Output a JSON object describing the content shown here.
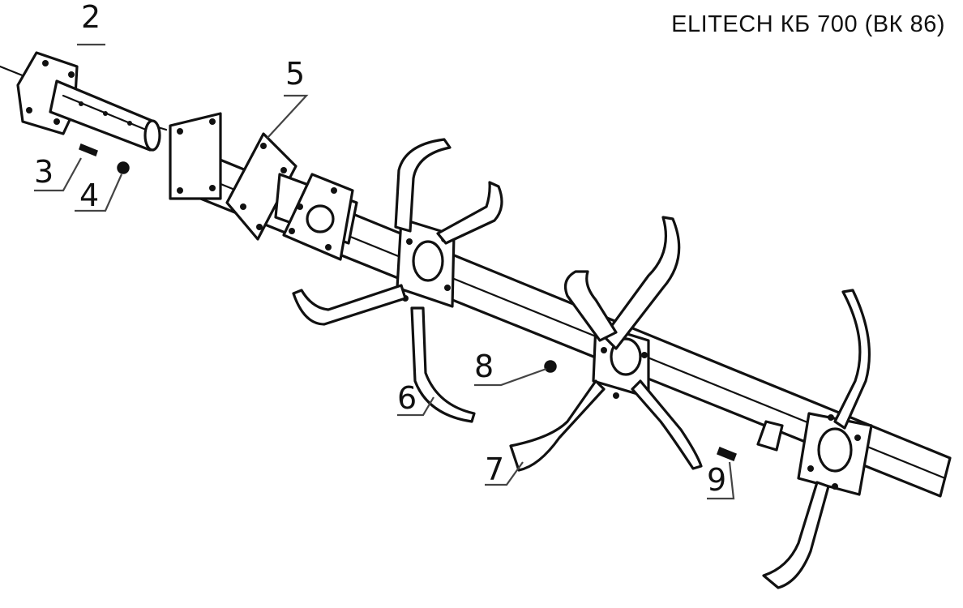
{
  "title": "ELITECH КБ 700 (ВК 86)",
  "labels": {
    "l2": "2",
    "l3": "3",
    "l4": "4",
    "l5": "5",
    "l6": "6",
    "l7": "7",
    "l8": "8",
    "l9": "9"
  }
}
